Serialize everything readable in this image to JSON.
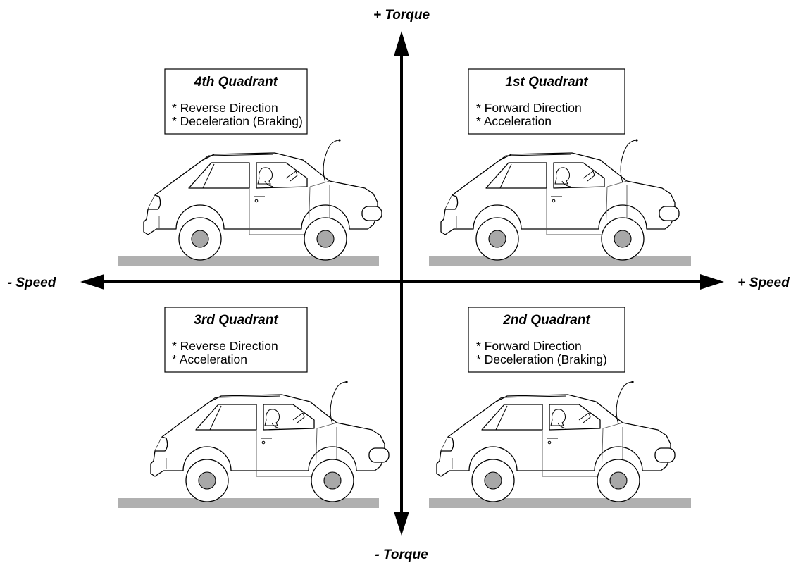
{
  "axes": {
    "y_positive": "+ Torque",
    "y_negative": "- Torque",
    "x_positive": "+ Speed",
    "x_negative": "- Speed"
  },
  "quadrants": [
    {
      "title": "4th Quadrant",
      "lines": [
        "* Reverse Direction",
        "* Deceleration (Braking)"
      ]
    },
    {
      "title": "1st Quadrant",
      "lines": [
        "* Forward Direction",
        "* Acceleration"
      ]
    },
    {
      "title": "3rd Quadrant",
      "lines": [
        "* Reverse Direction",
        "* Acceleration"
      ]
    },
    {
      "title": "2nd Quadrant",
      "lines": [
        "* Forward Direction",
        "* Deceleration (Braking)"
      ]
    }
  ],
  "colors": {
    "axis": "#000000",
    "road": "#b0b0b0",
    "hub": "#a8a8a8",
    "background": "#ffffff"
  },
  "icons": {
    "vehicle": "hatchback-car-icon",
    "ground": "road-strip"
  }
}
